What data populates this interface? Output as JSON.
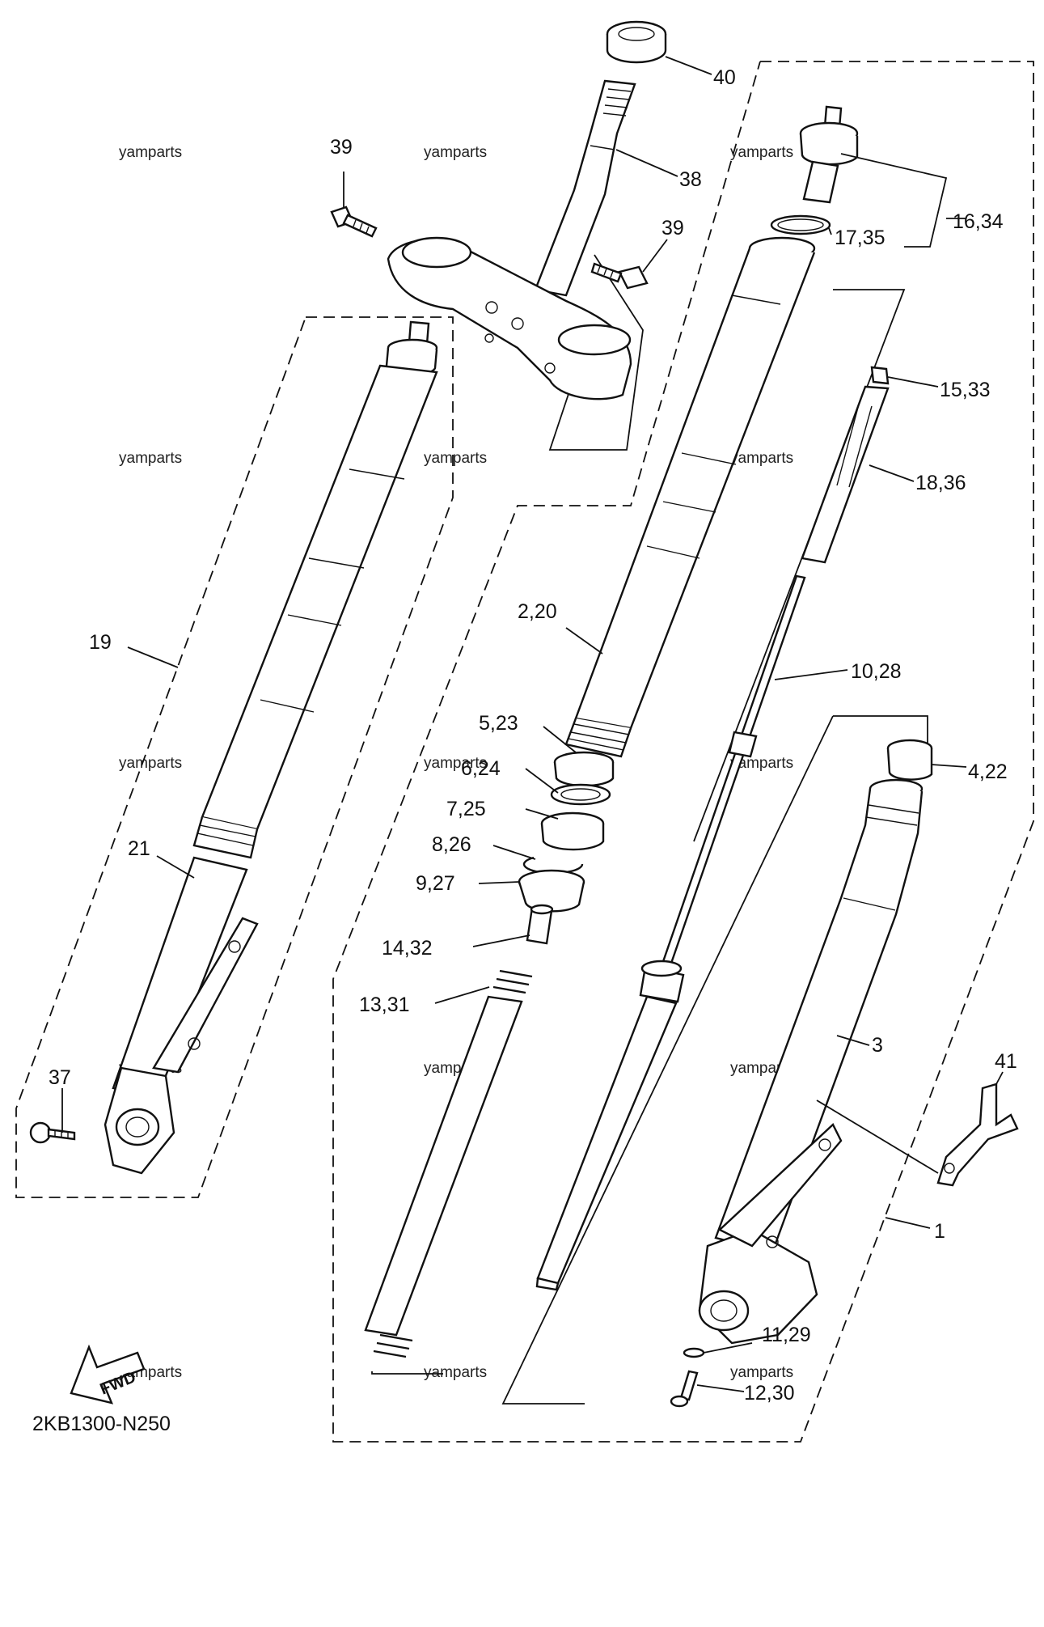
{
  "diagram_code": "2KB1300-N250",
  "fwd_label": "FWD",
  "watermark": "yamparts",
  "callouts": {
    "c40": "40",
    "c38": "38",
    "c39a": "39",
    "c39b": "39",
    "c16_34": "16,34",
    "c17_35": "17,35",
    "c15_33": "15,33",
    "c18_36": "18,36",
    "c2_20": "2,20",
    "c10_28": "10,28",
    "c5_23": "5,23",
    "c6_24": "6,24",
    "c7_25": "7,25",
    "c8_26": "8,26",
    "c9_27": "9,27",
    "c4_22": "4,22",
    "c14_32": "14,32",
    "c13_31": "13,31",
    "c3": "3",
    "c19": "19",
    "c21": "21",
    "c37": "37",
    "c41": "41",
    "c1": "1",
    "c11_29": "11,29",
    "c12_30": "12,30"
  }
}
